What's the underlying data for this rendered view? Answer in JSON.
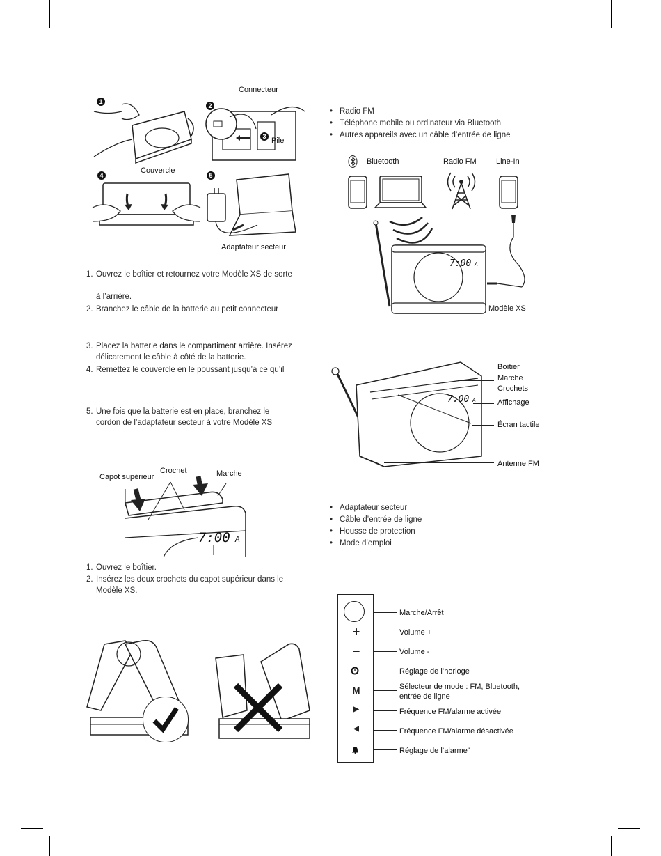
{
  "install": {
    "labels": {
      "connecteur": "Connecteur",
      "pile": "Pile",
      "couvercle": "Couvercle",
      "adaptateur": "Adaptateur secteur"
    },
    "badges": [
      "1",
      "2",
      "3",
      "4",
      "5"
    ],
    "steps": [
      {
        "num": "1.",
        "line1": "Ouvrez le boîtier et retournez votre Modèle XS de sorte",
        "line2": "à l’arrière."
      },
      {
        "num": "2.",
        "line1": "Branchez le câble de la batterie au petit connecteur",
        "line2": ""
      },
      {
        "num": "3.",
        "line1": "Placez la batterie dans le compartiment arrière. Insérez",
        "line2": "délicatement le câble à côté de la batterie."
      },
      {
        "num": "4.",
        "line1": "Remettez le couvercle en le poussant jusqu’à ce qu’il",
        "line2": ""
      },
      {
        "num": "5.",
        "line1": "Une fois que la batterie est en place, branchez le",
        "line2": "cordon de l’adaptateur secteur à votre Modèle XS"
      }
    ]
  },
  "sources": {
    "items": [
      "Radio FM",
      "Téléphone mobile ou ordinateur via Bluetooth",
      "Autres appareils avec un câble d’entrée de ligne"
    ],
    "labels": {
      "bluetooth": "Bluetooth",
      "radio": "Radio FM",
      "linein": "Line-In",
      "model": "Modèle XS"
    }
  },
  "parts": {
    "labels": [
      "Boîtier",
      "Marche",
      "Crochets",
      "Affichage",
      "Écran tactile",
      "Antenne FM"
    ],
    "clock": "7:00"
  },
  "cover": {
    "labels": {
      "capot": "Capot supérieur",
      "crochet": "Crochet",
      "marche": "Marche"
    },
    "clock": "7:00",
    "steps": [
      {
        "num": "1.",
        "line1": "Ouvrez le boîtier.",
        "line2": ""
      },
      {
        "num": "2.",
        "line1": "Insérez les deux crochets du capot supérieur dans le",
        "line2": "Modèle XS."
      }
    ]
  },
  "accessories": {
    "items": [
      "Adaptateur secteur",
      "Câble d’entrée de ligne",
      "Housse de protection",
      "Mode d’emploi"
    ]
  },
  "controls": {
    "items": [
      {
        "icon": "power-button-icon",
        "glyph": "",
        "label": "Marche/Arrêt",
        "label2": ""
      },
      {
        "icon": "plus-icon",
        "glyph": "+",
        "label": "Volume +",
        "label2": ""
      },
      {
        "icon": "minus-icon",
        "glyph": "−",
        "label": "Volume -",
        "label2": ""
      },
      {
        "icon": "clock-icon",
        "glyph": "",
        "label": "Réglage de l’horloge",
        "label2": ""
      },
      {
        "icon": "mode-icon",
        "glyph": "M",
        "label": "Sélecteur de mode : FM, Bluetooth,",
        "label2": "entrée de ligne"
      },
      {
        "icon": "play-right-icon",
        "glyph": "▶",
        "label": "Fréquence FM/alarme activée",
        "label2": ""
      },
      {
        "icon": "play-left-icon",
        "glyph": "◀",
        "label": "Fréquence FM/alarme désactivée",
        "label2": ""
      },
      {
        "icon": "bell-icon",
        "glyph": "",
        "label": "Réglage de l’alarme\"",
        "label2": ""
      }
    ]
  }
}
